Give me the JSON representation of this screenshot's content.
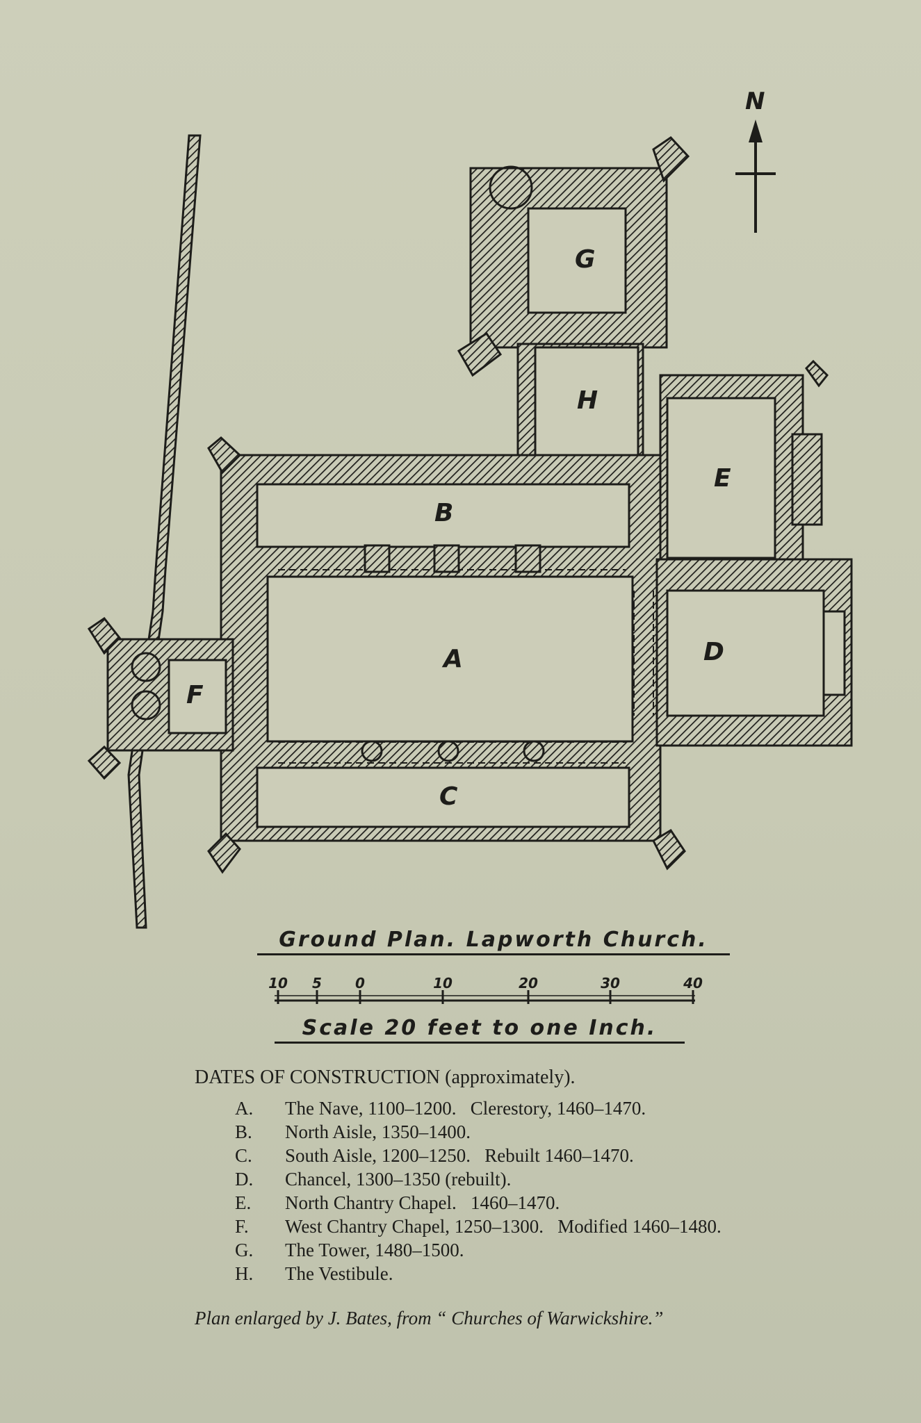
{
  "plan_labels": [
    "G",
    "H",
    "E",
    "B",
    "A",
    "D",
    "F",
    "C"
  ],
  "compass": {
    "label": "N"
  },
  "title": "Ground Plan. Lapworth Church.",
  "scale_bar": {
    "ticks": [
      "10",
      "5",
      "0",
      "10",
      "20",
      "30",
      "40"
    ]
  },
  "scale_caption": "Scale 20 feet to one Inch.",
  "dates_heading": "DATES OF CONSTRUCTION (approximately).",
  "entries": [
    {
      "letter": "A.",
      "text": "The Nave, 1100–1200.   Clerestory, 1460–1470."
    },
    {
      "letter": "B.",
      "text": "North Aisle, 1350–1400."
    },
    {
      "letter": "C.",
      "text": "South Aisle, 1200–1250.   Rebuilt 1460–1470."
    },
    {
      "letter": "D.",
      "text": "Chancel, 1300–1350 (rebuilt)."
    },
    {
      "letter": "E.",
      "text": "North Chantry Chapel.   1460–1470."
    },
    {
      "letter": "F.",
      "text": "West Chantry Chapel, 1250–1300.   Modified 1460–1480."
    },
    {
      "letter": "G.",
      "text": "The Tower, 1480–1500."
    },
    {
      "letter": "H.",
      "text": "The Vestibule."
    }
  ],
  "credit": "Plan enlarged by J. Bates, from “ Churches of Warwickshire.”"
}
